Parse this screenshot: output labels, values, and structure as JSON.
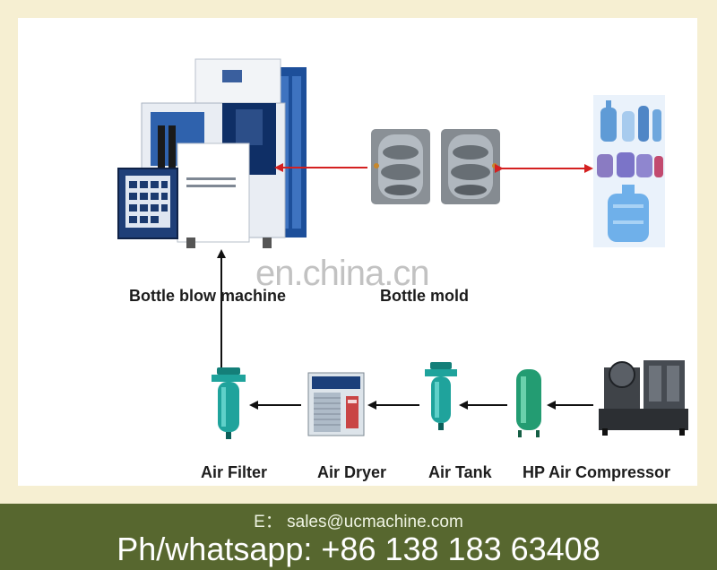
{
  "diagram": {
    "nodes": {
      "blow_machine": "Bottle blow machine",
      "bottle_mold": "Bottle mold",
      "air_filter": "Air Filter",
      "air_dryer": "Air Dryer",
      "air_tank": "Air Tank",
      "compressor": "HP Air Compressor"
    },
    "watermark": "en.china.cn"
  },
  "footer": {
    "email_line": "E： sales@ucmachine.com",
    "phone_line": "Ph/whatsapp:   +86 138 183 63408"
  },
  "colors": {
    "background": "#f6efd2",
    "footer_band": "#57672f",
    "arrow_red": "#d42020",
    "pipe_black": "#111111",
    "machine_blue": "#1d4f9a",
    "tank_teal": "#1fa39c"
  }
}
